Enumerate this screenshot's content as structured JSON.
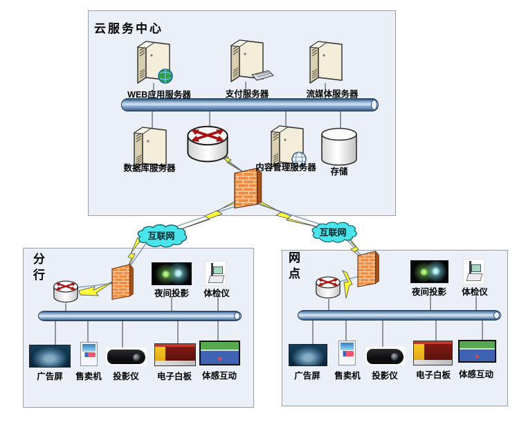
{
  "cloud_center": {
    "title": "云服务中心",
    "web_server": "WEB应用服务器",
    "payment_server": "支付服务器",
    "streaming_server": "流媒体服务器",
    "database_server": "数据库服务器",
    "content_server": "内容管理服务器",
    "storage": "存储"
  },
  "internet": {
    "left": "互联网",
    "right": "互联网"
  },
  "branch": {
    "title": "分行",
    "night_projection": "夜间投影",
    "health_checker": "体检仪",
    "terminals": [
      "广告屏",
      "售卖机",
      "投影仪",
      "电子白板",
      "体感互动"
    ]
  },
  "outlet": {
    "title": "网点",
    "night_projection": "夜间投影",
    "health_checker": "体检仪",
    "terminals": [
      "广告屏",
      "售卖机",
      "投影仪",
      "电子白板",
      "体感互动"
    ]
  },
  "icons": {
    "server-icon": "beige-3d-tower-server",
    "router-icon": "white-cylinder-with-red-cross-arrows",
    "firewall-icon": "orange-brick-wall-panel",
    "storage-icon": "gray-cylinder",
    "internet-cloud-icon": "cyan-cloud",
    "lightning-link-icon": "yellow-lightning-bolt",
    "bus-icon": "blue-pipe-backbone",
    "globe-icon": "green-blue-globe",
    "keyboard-icon": "gray-keyboard",
    "world-icon": "white-blue-wireframe-globe"
  },
  "colors": {
    "region_fill": "#eaeff8",
    "region_border": "#959ca8",
    "bus_blue": "#6f94bf",
    "firewall_orange": "#ed8a3f",
    "cloud_cyan": "#4be4ea",
    "lightning_yellow": "#ffff38",
    "router_arrow_red": "#aa1111",
    "server_beige": "#f3edda"
  }
}
